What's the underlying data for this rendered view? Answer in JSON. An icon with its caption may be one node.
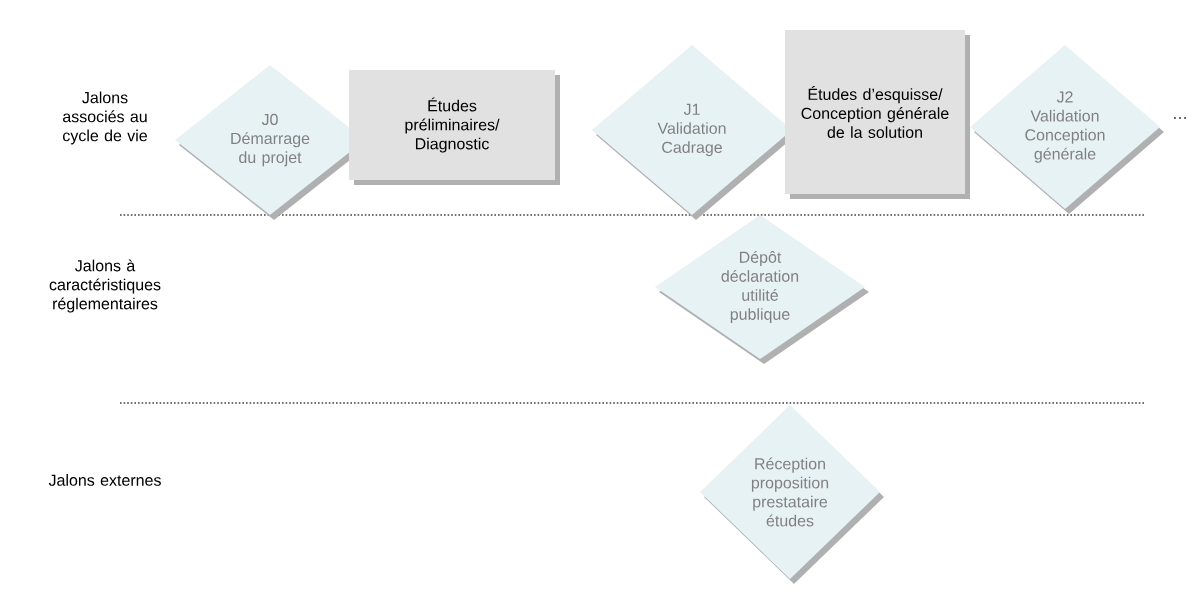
{
  "diagram": {
    "nodes": [
      {
        "text": [
          "J0",
          "Démarrage du projet"
        ]
      },
      {
        "text": [
          "Études préliminaires/ Diagnostic"
        ]
      },
      {
        "text": [
          "J1",
          "Validation Cadrage"
        ]
      },
      {
        "text": [
          "Études d’esquisse/ Conception générale de la solution"
        ]
      },
      {
        "text": [
          "J2",
          "Validation Conception générale"
        ]
      },
      {
        "text": [
          "Dépôt déclaration utilité publique"
        ]
      },
      {
        "text": [
          "Réception proposition prestataire études"
        ]
      }
    ],
    "labels": [
      "Jalons associés au cycle de vie",
      "…",
      "Jalons à caractéristiques réglementaires",
      "Jalons externes"
    ]
  }
}
